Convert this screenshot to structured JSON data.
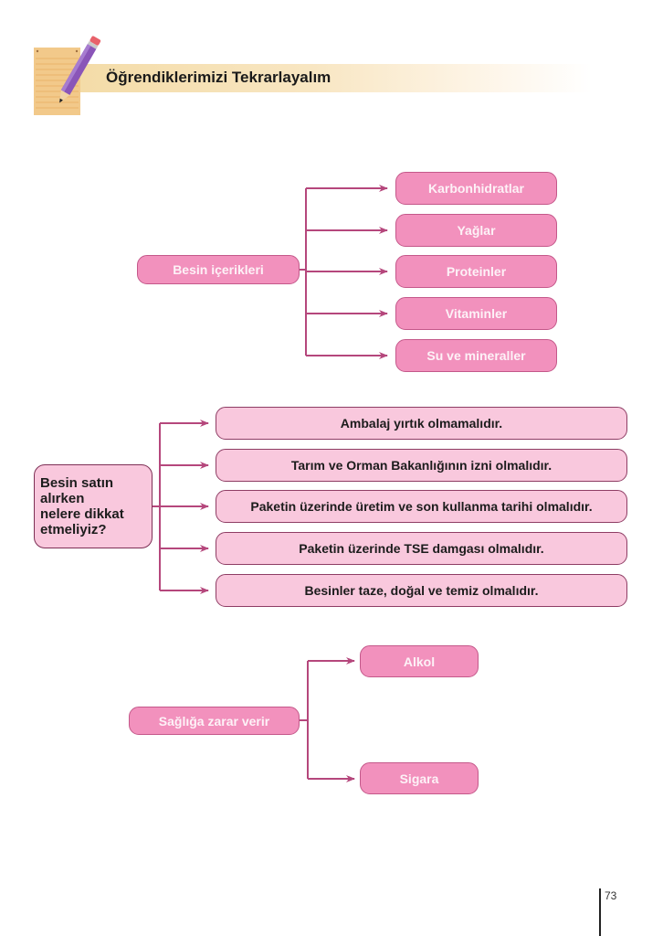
{
  "header": {
    "title": "Öğrendiklerimizi Tekrarlayalım",
    "icon": "notepad-pencil-icon"
  },
  "diagrams": [
    {
      "source": "Besin içerikleri",
      "targets": [
        "Karbonhidratlar",
        "Yağlar",
        "Proteinler",
        "Vitaminler",
        "Su ve mineraller"
      ]
    },
    {
      "source_lines": [
        "Besin satın",
        "alırken",
        "nelere dikkat",
        "etmeliyiz?"
      ],
      "targets": [
        "Ambalaj yırtık olmamalıdır.",
        "Tarım ve Orman Bakanlığının izni olmalıdır.",
        "Paketin üzerinde üretim ve son kullanma tarihi olmalıdır.",
        "Paketin üzerinde TSE damgası olmalıdır.",
        "Besinler taze, doğal ve temiz olmalıdır."
      ]
    },
    {
      "source": "Sağlığa zarar verir",
      "targets": [
        "Alkol",
        "Sigara"
      ]
    }
  ],
  "colors": {
    "dark_box_fill": "#f291bd",
    "dark_box_border": "#c4588a",
    "light_box_fill": "#f9c8dd",
    "light_box_border": "#8e3d64",
    "connector": "#b5477c",
    "header_band": "#f4dca8"
  },
  "page_number": "73"
}
